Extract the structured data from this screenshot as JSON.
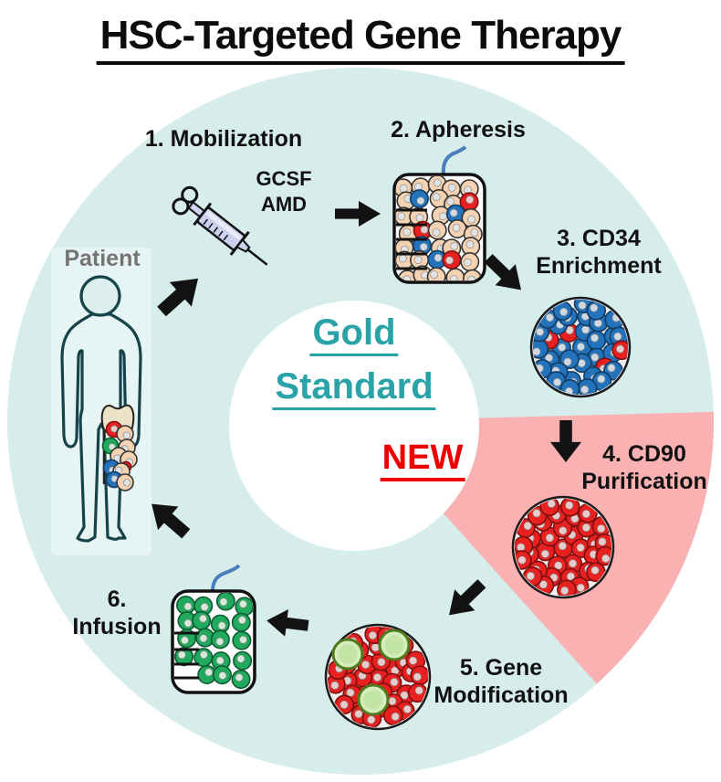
{
  "title": "HSC-Targeted Gene Therapy",
  "center": {
    "gold_line1": "Gold",
    "gold_line2": "Standard",
    "new_label": "NEW"
  },
  "patient": {
    "label": "Patient"
  },
  "steps": [
    {
      "label": "1. Mobilization",
      "drugs": [
        "GCSF",
        "AMD"
      ]
    },
    {
      "label": "2. Apheresis"
    },
    {
      "line1": "3. CD34",
      "line2": "Enrichment"
    },
    {
      "line1": "4. CD90",
      "line2": "Purification"
    },
    {
      "line1": "5. Gene",
      "line2": "Modification"
    },
    {
      "line1": "6.",
      "line2": "Infusion"
    }
  ],
  "colors": {
    "ring_cyan": "#d6edec",
    "wedge_pink": "#f9b1b1",
    "center_white": "#ffffff",
    "teal_text": "#2aa3a8",
    "new_red": "#ee0000",
    "arrow_black": "#121212",
    "cell_tan": "#f5d3b2",
    "cell_blue": "#2273bb",
    "cell_red": "#e8201f",
    "cell_green": "#21a95d",
    "vector_green": "#d4edbb",
    "tube_blue": "#4a7ebb",
    "syringe_lavender": "#ccd2ee"
  }
}
